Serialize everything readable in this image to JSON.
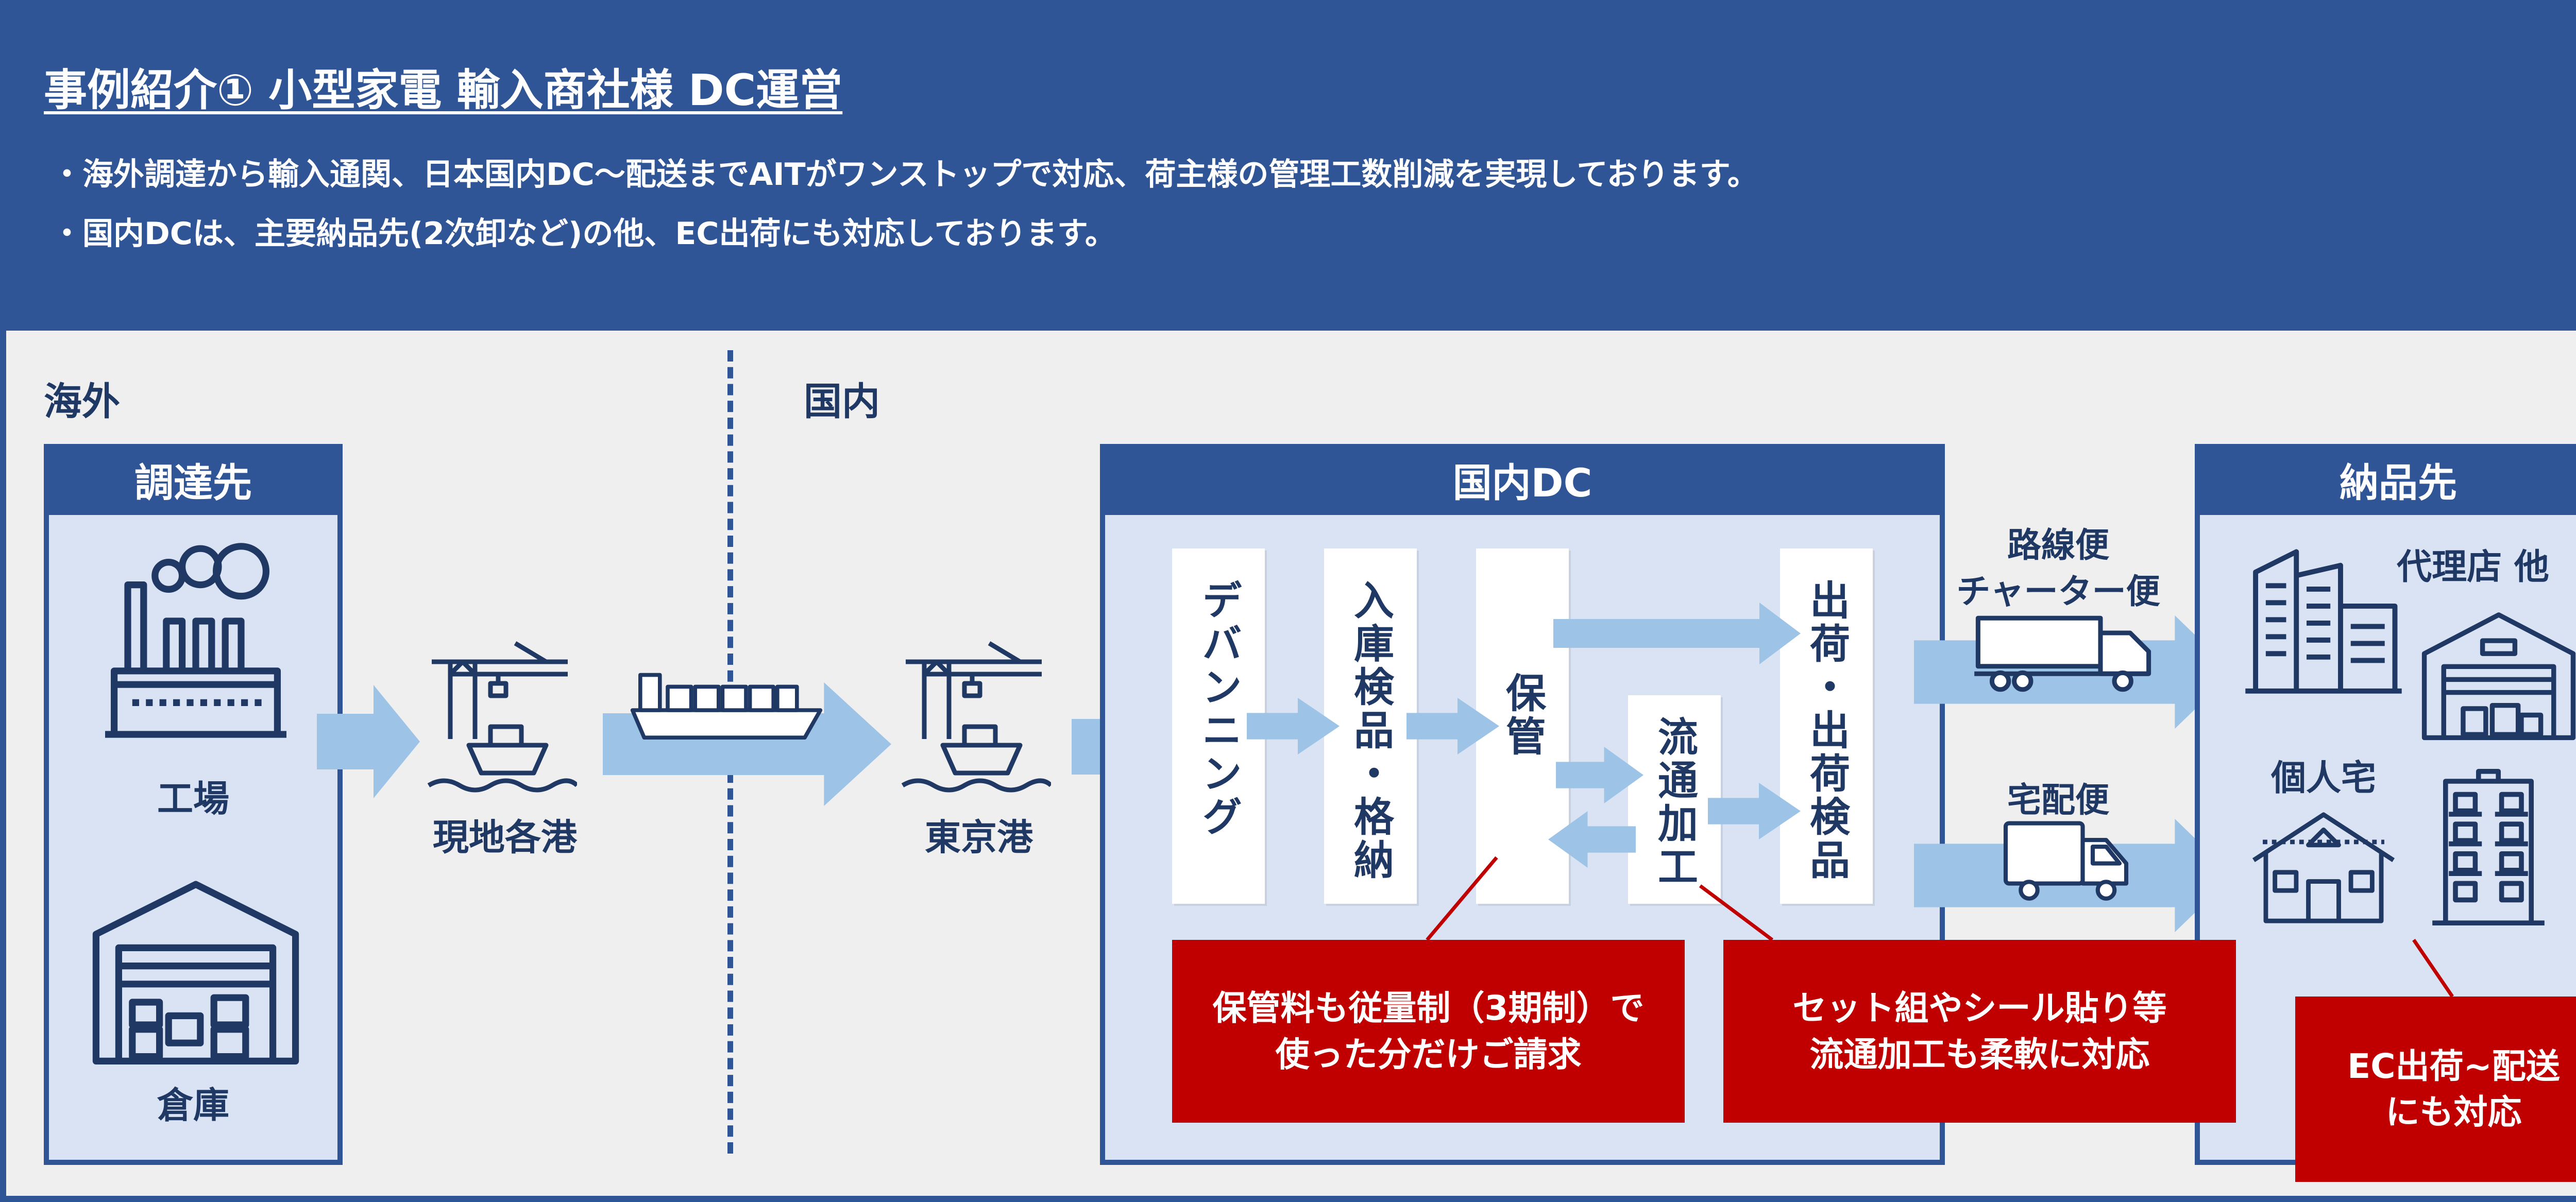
{
  "header": {
    "title": "事例紹介① 小型家電 輸入商社様 DC運営",
    "bullets": [
      "・海外調達から輸入通関、日本国内DC～配送までAITがワンストップで対応、荷主様の管理工数削減を実現しております。",
      "・国内DCは、主要納品先(2次卸など)の他、EC出荷にも対応しております。"
    ]
  },
  "regions": {
    "overseas": "海外",
    "domestic": "国内"
  },
  "procurement": {
    "title": "調達先",
    "factory": "工場",
    "warehouse": "倉庫"
  },
  "ports": {
    "local": "現地各港",
    "tokyo": "東京港"
  },
  "dc": {
    "title": "国内DC",
    "steps": {
      "devanning": "デバンニング",
      "inbound": "入庫検品・格納",
      "storage": "保管",
      "processing": "流通加工",
      "outbound": "出荷・出荷検品"
    }
  },
  "transport": {
    "route_line1": "路線便",
    "route_line2": "チャーター便",
    "parcel": "宅配便"
  },
  "destination": {
    "title": "納品先",
    "agency": "代理店 他",
    "home": "個人宅"
  },
  "callouts": {
    "storage_line1": "保管料も従量制（3期制）で",
    "storage_line2": "使った分だけご請求",
    "processing_line1": "セット組やシール貼り等",
    "processing_line2": "流通加工も柔軟に対応",
    "ec_line1": "EC出荷~配送",
    "ec_line2": "にも対応"
  },
  "colors": {
    "header_bg": "#2f5597",
    "panel_bg": "#efefef",
    "box_fill": "#dae3f3",
    "arrow": "#9dc3e6",
    "callout": "#c00000",
    "icon_stroke": "#1f3864"
  }
}
